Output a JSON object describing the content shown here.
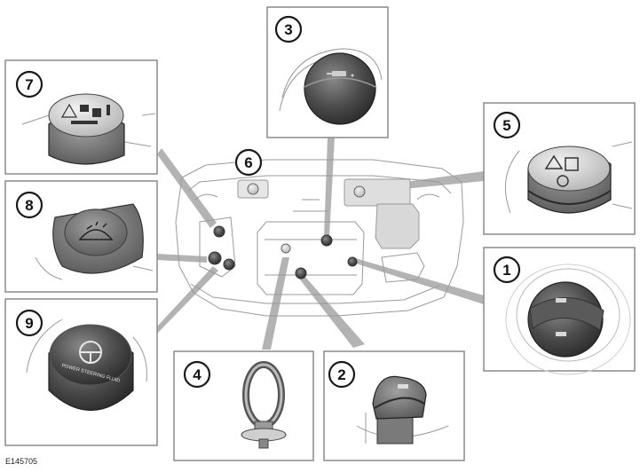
{
  "callouts": [
    {
      "number": "1",
      "component": "oil-filler-cap-icon"
    },
    {
      "number": "2",
      "component": "oil-filler-cap-icon"
    },
    {
      "number": "3",
      "component": "oil-filler-cap-icon"
    },
    {
      "number": "4",
      "component": "dipstick-icon"
    },
    {
      "number": "5",
      "component": "brake-fluid-reservoir-cap-icon"
    },
    {
      "number": "6",
      "component": "engine-bay-icon"
    },
    {
      "number": "7",
      "component": "coolant-expansion-cap-icon"
    },
    {
      "number": "8",
      "component": "washer-fluid-cap-icon"
    },
    {
      "number": "9",
      "component": "power-steering-cap-icon"
    }
  ],
  "cap9_text": "POWER STEERING FLUID",
  "reference_code": "E145705",
  "colors": {
    "cap_dark": "#3a3a3a",
    "cap_mid": "#6e6e6e",
    "cap_light": "#c8c8c8",
    "leader": "#b3b3b3",
    "frame": "#8a8a8a"
  }
}
